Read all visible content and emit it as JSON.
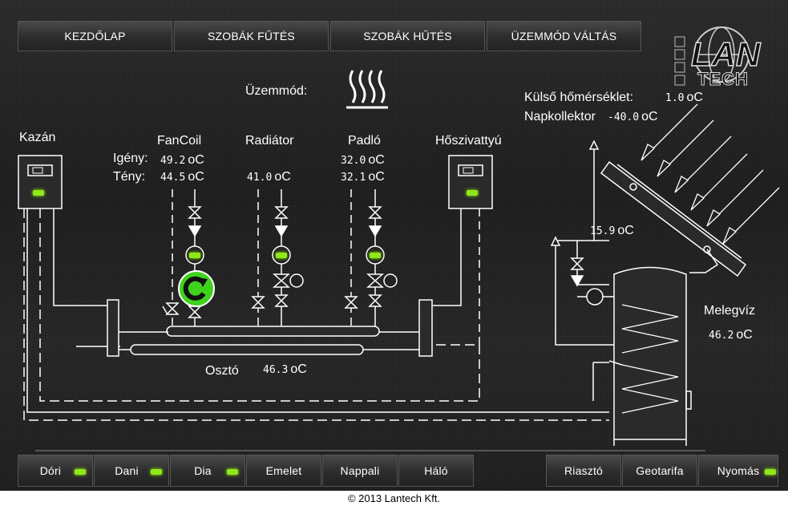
{
  "top_nav": [
    "KEZDŐLAP",
    "SZOBÁK FŰTÉS",
    "SZOBÁK HŰTÉS",
    "ÜZEMMÓD VÁLTÁS"
  ],
  "logo": {
    "line1": "LAN",
    "line2": "TECH"
  },
  "mode": {
    "label": "Üzemmód:",
    "icon": "heating-icon"
  },
  "outdoor": {
    "label": "Külső hőmérséklet:",
    "value": "1.0"
  },
  "collector": {
    "label": "Napkollektor",
    "value": "-40.0"
  },
  "kazan": {
    "label": "Kazán",
    "led": "on"
  },
  "hoszivattyu": {
    "label": "Hőszivattyú",
    "led": "on"
  },
  "fancoil": {
    "label": "FanCoil",
    "demand_label": "Igény:",
    "actual_label": "Tény:",
    "demand": "49.2",
    "actual": "44.5",
    "pump": "running"
  },
  "radiator": {
    "label": "Radiátor",
    "value": "41.0"
  },
  "padlo": {
    "label": "Padló",
    "demand": "32.0",
    "actual": "32.1"
  },
  "collector_pipe_temp": "15.9",
  "meleg_viz": {
    "label": "Melegvíz",
    "value": "46.2"
  },
  "oszto": {
    "label": "Osztó",
    "value": "46.3"
  },
  "unit": "oC",
  "bottom_left": [
    {
      "label": "Dóri",
      "led": true
    },
    {
      "label": "Dani",
      "led": true
    },
    {
      "label": "Dia",
      "led": true
    },
    {
      "label": "Emelet",
      "led": false
    },
    {
      "label": "Nappali",
      "led": false
    },
    {
      "label": "Háló",
      "led": false
    }
  ],
  "bottom_right": [
    {
      "label": "Riasztó",
      "led": false
    },
    {
      "label": "Geotarifa",
      "led": false
    },
    {
      "label": "Nyomás",
      "led": true
    }
  ],
  "colors": {
    "led": "#8fe81a",
    "pump_active": "#3fd21c"
  },
  "footer": "© 2013 Lantech Kft."
}
